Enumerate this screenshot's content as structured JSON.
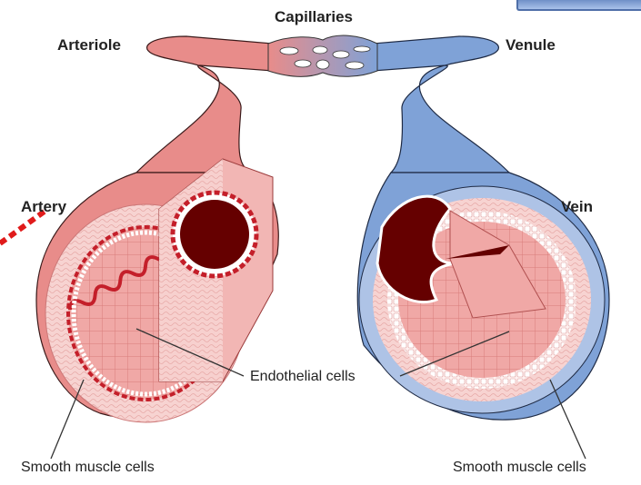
{
  "labels": {
    "capillaries": "Capillaries",
    "arteriole": "Arteriole",
    "venule": "Venule",
    "artery": "Artery",
    "vein": "Vein",
    "endothelial": "Endothelial cells",
    "smooth_left": "Smooth muscle cells",
    "smooth_right": "Smooth muscle cells"
  },
  "colors": {
    "artery_outer": "#e88c8a",
    "artery_muscle": "#f7d3d1",
    "artery_elastic": "#c41f2a",
    "lumen": "#650000",
    "vein_outer": "#7fa2d7",
    "vein_muscle": "#f5cfcf",
    "endothelium": "#f1b2b0",
    "pointer": "#e01b1b"
  }
}
